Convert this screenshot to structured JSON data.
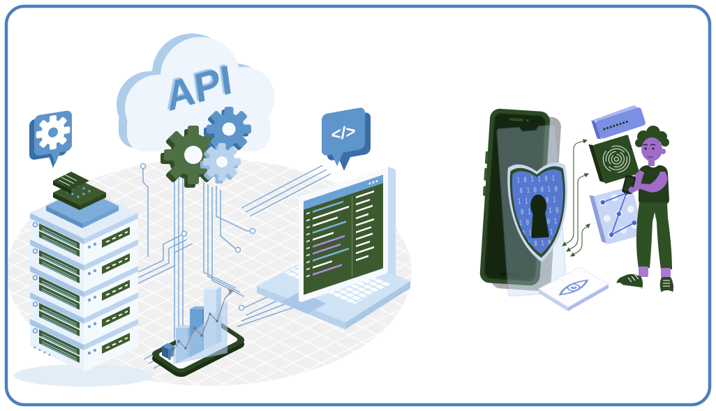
{
  "frame": {
    "background": "#ffffff",
    "border_color": "#4a80bf"
  },
  "api_scene": {
    "label": "API cloud infrastructure",
    "cloud": {
      "text": "API",
      "text_color": "#5b93c8",
      "text_shadow_color": "#a9c9e8",
      "face_color": "#eef5fc",
      "side_color": "#aecde9"
    },
    "gears": [
      {
        "name": "gear-large",
        "color": "#4f7045",
        "shade": "#344d24"
      },
      {
        "name": "gear-medium",
        "color": "#5e95ca",
        "shade": "#3c70a8"
      },
      {
        "name": "gear-small",
        "color": "#b9d3ec",
        "shade": "#8fb8de"
      }
    ],
    "gear_bubble": {
      "icon": "gear-icon",
      "color": "#5e95ca",
      "side_color": "#3b6da6"
    },
    "code_bubble": {
      "icon": "code-icon",
      "glyph": "</>",
      "color": "#5e95ca",
      "side_color": "#3b6da6"
    },
    "server_stack": {
      "units": 5,
      "panel_color": "#3f5d2f",
      "body_color": "#e9f2fb",
      "accent_color": "#6fa0d2"
    },
    "laptop": {
      "deck_color": "#cfe3f5",
      "screen_bg": "#3d5a2f",
      "titlebar_color": "#6ba3d6",
      "code_colors": [
        "#7fb3e0",
        "#ffffff",
        "#b48ae8"
      ]
    },
    "tablet": {
      "frame_color": "#2c4522",
      "bar_colors": [
        "#a8cbec",
        "#6ba0d4",
        "#cfe3f6"
      ],
      "cube_color": "#4a7fb5"
    },
    "trace_color": "#7fa9d6",
    "floor_color": "#f0f0f1"
  },
  "security_scene": {
    "label": "Mobile security and authentication",
    "phone": {
      "body_color": "#2d4a26",
      "screen_color": "#152610"
    },
    "glass": {
      "tint": "#bed7f5",
      "border": "#8fa8e0"
    },
    "shield": {
      "icon": "shield-keyhole-icon",
      "face_color": "#5678d0",
      "bevel_color": "#c9d6f4",
      "rim_color": "#2e4d24",
      "keyhole_color": "#142610",
      "binary_rows": [
        "1 0 1 1 0 1",
        "0 1 0 0 1 0",
        "1 1 0 1 0 1",
        "0 1 0 1 1 0",
        "1 0 1 0 0 1",
        "0 1 1 0 1 0",
        "1 0 0 1 0 1"
      ]
    },
    "password_field": {
      "icon": "password-dots-icon",
      "mask": "••••••••",
      "color": "#7b90e2"
    },
    "fingerprint_card": {
      "icon": "fingerprint-icon",
      "color": "#2c4a22",
      "print_color": "#cfe0d4"
    },
    "pattern_card": {
      "icon": "pattern-lock-icon",
      "color": "#c9d5f5",
      "accent": "#4468d8"
    },
    "eye_card": {
      "icon": "eye-icon",
      "color": "#7d95dd"
    },
    "person": {
      "skin_color": "#a06cc8",
      "hair_color": "#2c4a22",
      "outfit_color": "#243d1c",
      "pants_color": "#2f4f24",
      "sock_color": "#aa79d4"
    },
    "connector_color": "#3f5e33"
  }
}
